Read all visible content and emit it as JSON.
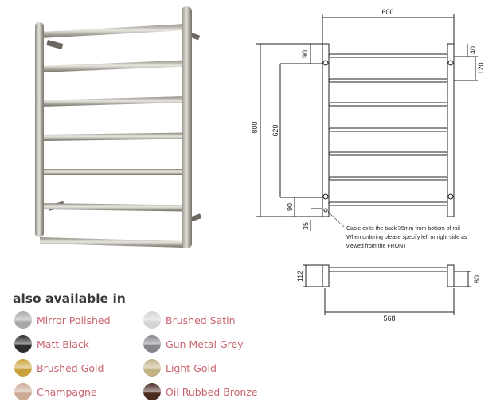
{
  "heading": "also available in",
  "finishes": [
    {
      "label": "Mirror Polished",
      "color": "#a8a8ab"
    },
    {
      "label": "Brushed Satin",
      "color": "#d4d4d4"
    },
    {
      "label": "Matt Black",
      "color": "#2a2c2e"
    },
    {
      "label": "Gun Metal Grey",
      "color": "#85878b"
    },
    {
      "label": "Brushed Gold",
      "color": "#c9a13a"
    },
    {
      "label": "Light Gold",
      "color": "#c2b385"
    },
    {
      "label": "Champagne",
      "color": "#cba995"
    },
    {
      "label": "Oil Rubbed Bronze",
      "color": "#4a2b22"
    }
  ],
  "drawing": {
    "width": "600",
    "height": "800",
    "fixing_centres": "620",
    "top_offset": "90",
    "bottom_offset": "90",
    "rail_top": "40",
    "rail_spacing": "120",
    "cable": "35",
    "depth": "112",
    "wall_depth": "80",
    "side_width": "568",
    "note": [
      "Cable exits the back 35mm from bottom of rail",
      "When ordering please specify left or right side as",
      "viewed from the FRONT"
    ]
  }
}
